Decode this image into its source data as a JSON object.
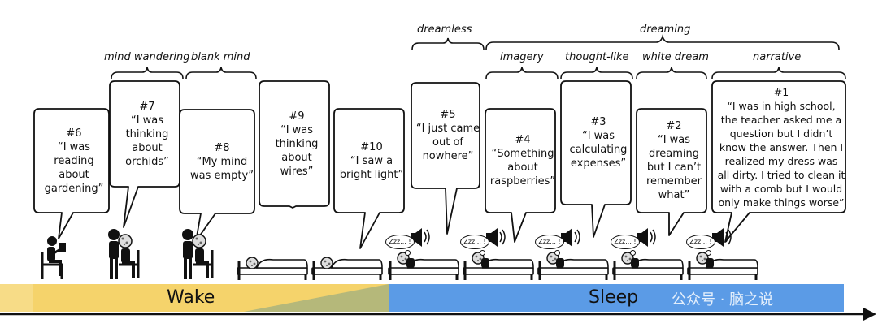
{
  "categories": {
    "dreamless": "dreamless",
    "dreaming": "dreaming",
    "mind_wandering": "mind wandering",
    "blank_mind": "blank mind",
    "imagery": "imagery",
    "thought_like": "thought-like",
    "white_dream": "white dream",
    "narrative": "narrative"
  },
  "reports": [
    {
      "id": "6",
      "number": "#6",
      "quote": "“I was\nreading\nabout\ngardening”"
    },
    {
      "id": "7",
      "number": "#7",
      "quote": "“I was\nthinking\nabout\norchids”"
    },
    {
      "id": "8",
      "number": "#8",
      "quote": "“My mind\nwas empty”"
    },
    {
      "id": "9",
      "number": "#9",
      "quote": "“I was\nthinking\nabout\nwires”"
    },
    {
      "id": "10",
      "number": "#10",
      "quote": "“I saw a\nbright light”"
    },
    {
      "id": "5",
      "number": "#5",
      "quote": "“I just came\nout of\nnowhere”"
    },
    {
      "id": "4",
      "number": "#4",
      "quote": "“Something\nabout\nraspberries”"
    },
    {
      "id": "3",
      "number": "#3",
      "quote": "“I was\ncalculating\nexpenses”"
    },
    {
      "id": "2",
      "number": "#2",
      "quote": "“I was\ndreaming\nbut I can’t\nremember\nwhat”"
    },
    {
      "id": "1",
      "number": "#1",
      "quote": "“I was in high school,\nthe teacher asked me a\nquestion but I didn’t\nknow the answer. Then I\nrealized my dress was\nall dirty. I tried to clean it\nwith a comb but I would\nonly make things worse”"
    }
  ],
  "zzz_label": "Zzz... !",
  "phases": {
    "wake": "Wake",
    "sleep": "Sleep"
  },
  "watermark": "公众号 · 脑之说",
  "colors": {
    "wake": "#f5d36b",
    "sleep": "#5b9be6",
    "line": "#111111"
  }
}
